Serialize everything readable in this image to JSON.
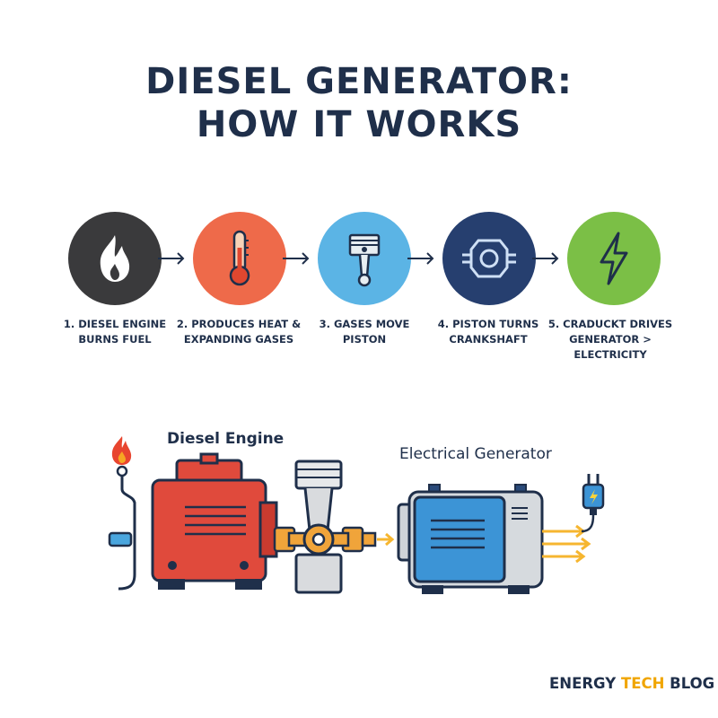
{
  "title": {
    "line1": "DIESEL GENERATOR:",
    "line2": "HOW IT WORKS"
  },
  "steps": [
    {
      "icon": "flame-icon",
      "color": "#3a3a3c",
      "line1": "1. DIESEL ENGINE",
      "line2": "BURNS FUEL",
      "line3": ""
    },
    {
      "icon": "thermometer-icon",
      "color": "#ee6a4a",
      "line1": "2. PRODUCES HEAT &",
      "line2": "EXPANDING GASES",
      "line3": ""
    },
    {
      "icon": "piston-icon",
      "color": "#5bb4e5",
      "line1": "3. GASES MOVE",
      "line2": "PISTON",
      "line3": ""
    },
    {
      "icon": "crankshaft-icon",
      "color": "#263f6f",
      "line1": "4. PISTON TURNS",
      "line2": "CRANKSHAFT",
      "line3": ""
    },
    {
      "icon": "lightning-bolt-icon",
      "color": "#7bbf46",
      "line1": "5. CRADUCKT DRIVES",
      "line2": "GENERATOR >",
      "line3": "ELECTRICITY"
    }
  ],
  "diagram": {
    "engine_label": "Diesel Engine",
    "generator_label": "Electrical Generator"
  },
  "brand": {
    "part1": "ENERGY ",
    "part2": "TECH",
    "part3": " BLOG"
  },
  "colors": {
    "navy": "#1f2f4a",
    "engine_red": "#e04a3c",
    "generator_blue": "#3c94d6",
    "accent_yellow": "#f0a500",
    "coupling_orange": "#f0a43a"
  }
}
